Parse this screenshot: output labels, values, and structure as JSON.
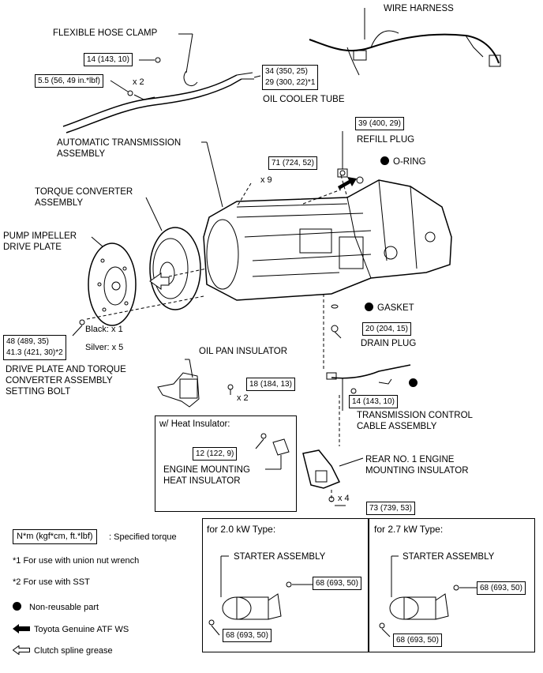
{
  "labels": {
    "wire_harness": "WIRE HARNESS",
    "flexible_hose_clamp": "FLEXIBLE HOSE CLAMP",
    "oil_cooler_tube": "OIL COOLER TUBE",
    "at_assembly": "AUTOMATIC TRANSMISSION\nASSEMBLY",
    "refill_plug": "REFILL PLUG",
    "o_ring": "O-RING",
    "torque_converter": "TORQUE CONVERTER\nASSEMBLY",
    "pump_impeller": "PUMP IMPELLER\nDRIVE PLATE",
    "gasket": "GASKET",
    "drain_plug": "DRAIN PLUG",
    "drive_plate_bolt": "DRIVE PLATE AND TORQUE\nCONVERTER ASSEMBLY\nSETTING BOLT",
    "oil_pan_insulator": "OIL PAN INSULATOR",
    "transmission_control_cable": "TRANSMISSION CONTROL\nCABLE ASSEMBLY",
    "heat_insulator_header": "w/ Heat Insulator:",
    "engine_mounting_heat_insulator": "ENGINE MOUNTING\nHEAT INSULATOR",
    "rear_mounting_insulator": "REAR NO. 1 ENGINE\nMOUNTING INSULATOR",
    "starter_assembly": "STARTER ASSEMBLY",
    "type_20": "for 2.0 kW Type:",
    "type_27": "for 2.7 kW Type:"
  },
  "torques": {
    "hose_clamp_bolt": "14 (143, 10)",
    "oil_cooler_small": "5.5 (56, 49 in.*lbf)",
    "oil_cooler_a": "34 (350, 25)",
    "oil_cooler_b": "29 (300, 22)*1",
    "refill_plug": "39 (400, 29)",
    "at_bolts": "71 (724, 52)",
    "drive_plate_a": "48 (489, 35)",
    "drive_plate_b": "41.3 (421, 30)*2",
    "drain_plug": "20 (204, 15)",
    "oil_pan_insulator": "18 (184, 13)",
    "cable_bolt": "14 (143, 10)",
    "heat_insulator": "12 (122, 9)",
    "mounting_insulator": "73 (739, 53)",
    "starter_20_upper": "68 (693, 50)",
    "starter_20_lower": "68 (693, 50)",
    "starter_27_upper": "68 (693, 50)",
    "starter_27_lower": "68 (693, 50)"
  },
  "quantities": {
    "oil_cooler_x2": "x 2",
    "at_x9": "x 9",
    "black": "Black: x 1",
    "silver": "Silver: x 5",
    "pan_x2": "x 2",
    "mount_x4": "x 4"
  },
  "legend": {
    "unit_box": "N*m (kgf*cm, ft.*lbf)",
    "unit_desc": ": Specified torque",
    "note1": "*1 For use with union nut wrench",
    "note2": "*2 For use with SST",
    "non_reusable": "Non-reusable part",
    "atf": "Toyota Genuine ATF WS",
    "grease": "Clutch spline grease"
  }
}
